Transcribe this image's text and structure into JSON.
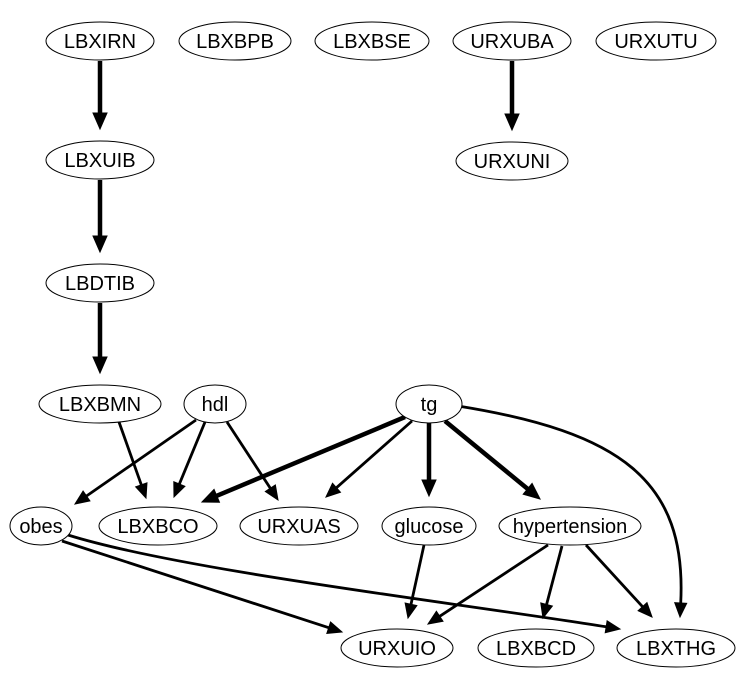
{
  "nodes": [
    {
      "id": "LBXIRN",
      "label": "LBXIRN"
    },
    {
      "id": "LBXBPB",
      "label": "LBXBPB"
    },
    {
      "id": "LBXBSE",
      "label": "LBXBSE"
    },
    {
      "id": "URXUBA",
      "label": "URXUBA"
    },
    {
      "id": "URXUTU",
      "label": "URXUTU"
    },
    {
      "id": "LBXUIB",
      "label": "LBXUIB"
    },
    {
      "id": "URXUNI",
      "label": "URXUNI"
    },
    {
      "id": "LBDTIB",
      "label": "LBDTIB"
    },
    {
      "id": "LBXBMN",
      "label": "LBXBMN"
    },
    {
      "id": "hdl",
      "label": "hdl"
    },
    {
      "id": "tg",
      "label": "tg"
    },
    {
      "id": "obes",
      "label": "obes"
    },
    {
      "id": "LBXBCO",
      "label": "LBXBCO"
    },
    {
      "id": "URXUAS",
      "label": "URXUAS"
    },
    {
      "id": "glucose",
      "label": "glucose"
    },
    {
      "id": "hypertension",
      "label": "hypertension"
    },
    {
      "id": "URXUIO",
      "label": "URXUIO"
    },
    {
      "id": "LBXBCD",
      "label": "LBXBCD"
    },
    {
      "id": "LBXTHG",
      "label": "LBXTHG"
    }
  ],
  "edges": [
    {
      "from": "LBXIRN",
      "to": "LBXUIB",
      "weight": "strong"
    },
    {
      "from": "URXUBA",
      "to": "URXUNI",
      "weight": "strong"
    },
    {
      "from": "LBXUIB",
      "to": "LBDTIB",
      "weight": "strong"
    },
    {
      "from": "LBDTIB",
      "to": "LBXBMN",
      "weight": "strong"
    },
    {
      "from": "LBXBMN",
      "to": "LBXBCO",
      "weight": "normal"
    },
    {
      "from": "hdl",
      "to": "obes",
      "weight": "normal"
    },
    {
      "from": "hdl",
      "to": "LBXBCO",
      "weight": "normal"
    },
    {
      "from": "hdl",
      "to": "URXUAS",
      "weight": "normal"
    },
    {
      "from": "tg",
      "to": "LBXBCO",
      "weight": "strong"
    },
    {
      "from": "tg",
      "to": "URXUAS",
      "weight": "normal"
    },
    {
      "from": "tg",
      "to": "glucose",
      "weight": "strong"
    },
    {
      "from": "tg",
      "to": "hypertension",
      "weight": "strong"
    },
    {
      "from": "tg",
      "to": "LBXTHG",
      "weight": "normal"
    },
    {
      "from": "obes",
      "to": "URXUIO",
      "weight": "normal"
    },
    {
      "from": "obes",
      "to": "LBXTHG",
      "weight": "normal"
    },
    {
      "from": "glucose",
      "to": "URXUIO",
      "weight": "normal"
    },
    {
      "from": "hypertension",
      "to": "URXUIO",
      "weight": "normal"
    },
    {
      "from": "hypertension",
      "to": "LBXBCD",
      "weight": "normal"
    },
    {
      "from": "hypertension",
      "to": "LBXTHG",
      "weight": "normal"
    }
  ]
}
